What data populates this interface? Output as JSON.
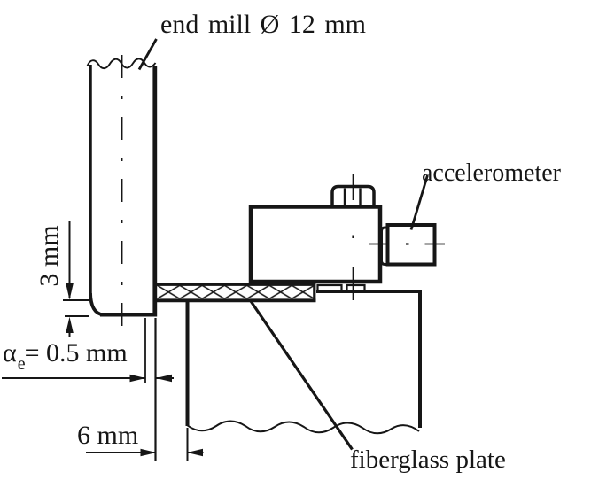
{
  "figure": {
    "description": "technical schematic of milling test setup",
    "labels": {
      "end_mill": "end mill Ø 12 mm",
      "accelerometer": "accelerometer",
      "fiberglass_plate": "fiberglass plate"
    },
    "dimensions": {
      "axial_depth": "3 mm",
      "radial_symbol": "α",
      "radial_subscript": "e",
      "radial_value": "= 0.5 mm",
      "overhang": "6 mm"
    },
    "colors": {
      "line": "#161616",
      "background": "#ffffff"
    }
  }
}
